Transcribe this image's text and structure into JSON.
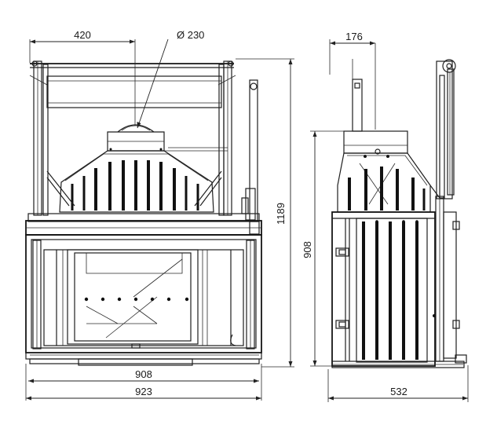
{
  "dimensions": {
    "front_top_width": "420",
    "flue_diameter": "Ø 230",
    "total_height": "1189",
    "inner_width": "908",
    "outer_width": "923",
    "side_top_width": "176",
    "side_height": "908",
    "side_depth": "532"
  }
}
